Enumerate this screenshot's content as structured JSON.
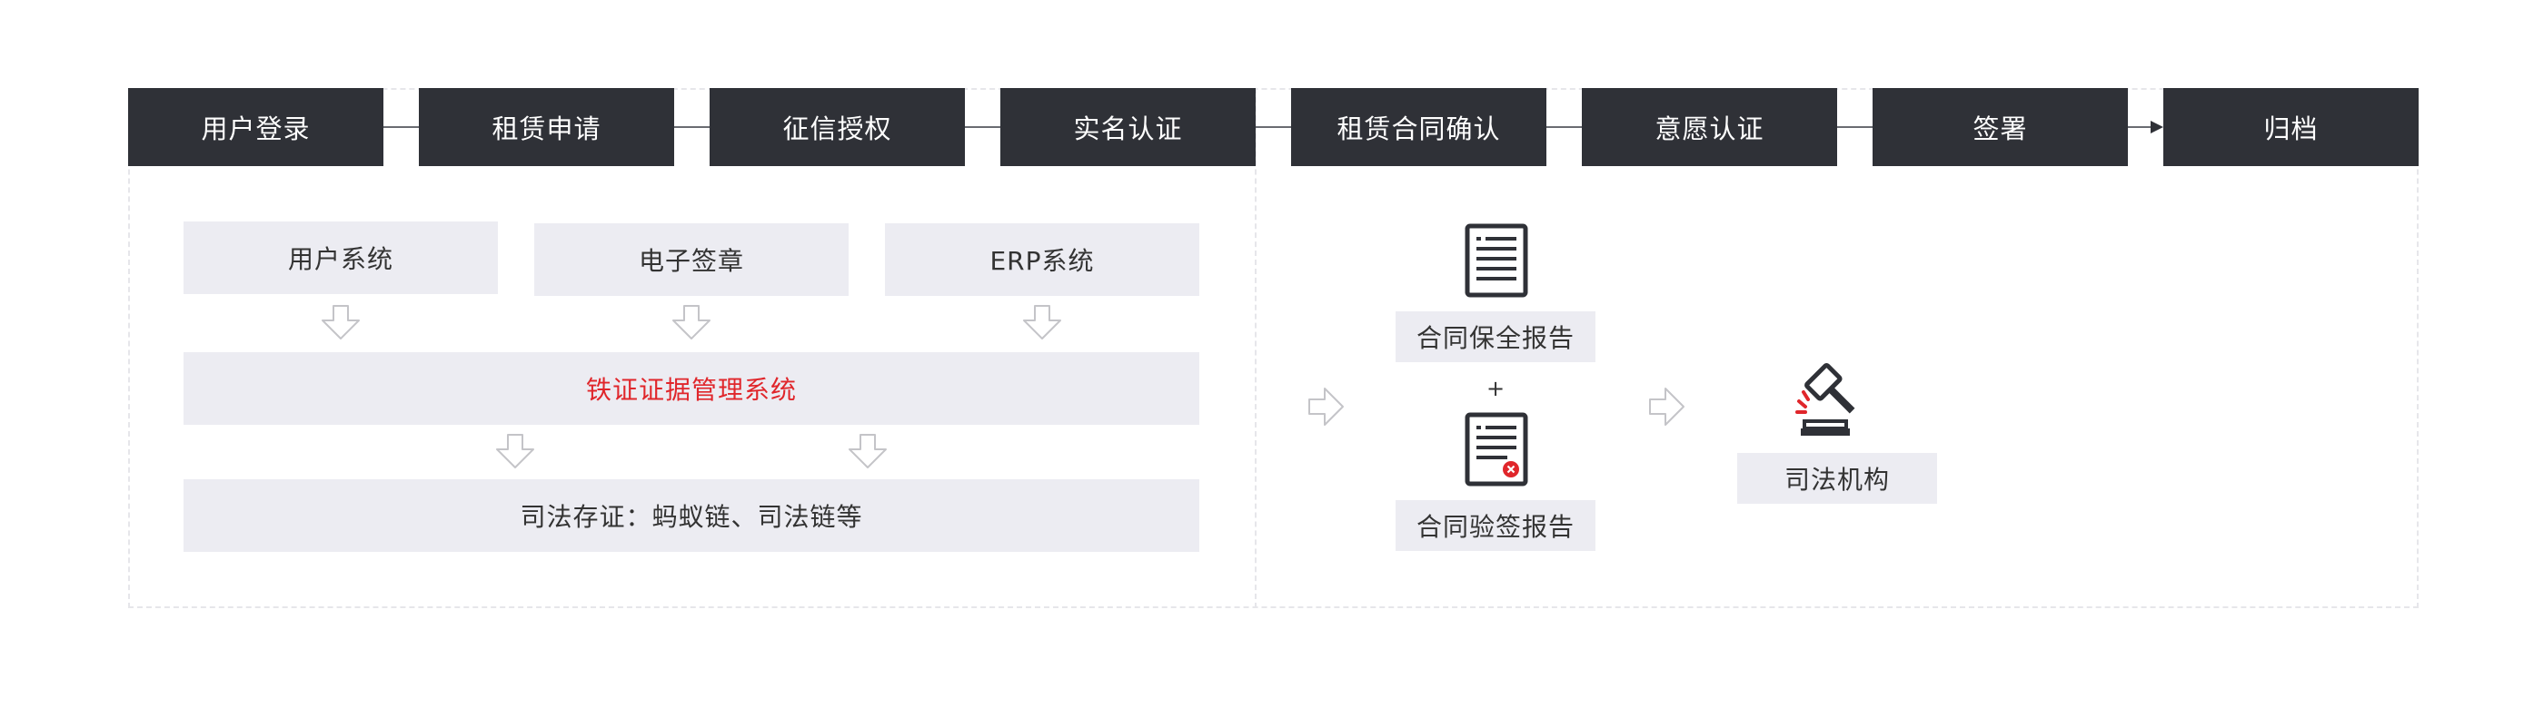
{
  "steps": [
    "用户登录",
    "租赁申请",
    "征信授权",
    "实名认证",
    "租赁合同确认",
    "意愿认证",
    "签署",
    "归档"
  ],
  "left_panel": {
    "sources": [
      "用户系统",
      "电子签章",
      "ERP系统"
    ],
    "core_system": "铁证证据管理系统",
    "judicial_storage": "司法存证：蚂蚁链、司法链等"
  },
  "right_panel": {
    "preservation_report": "合同保全报告",
    "plus": "+",
    "verification_report": "合同验签报告",
    "judicial_institution": "司法机构"
  },
  "icons": {
    "document": "document-icon",
    "document_seal": "document-seal-icon",
    "gavel": "gavel-icon",
    "arrow_down": "arrow-down-icon",
    "arrow_right": "arrow-right-icon"
  },
  "colors": {
    "step_bg": "#2f3137",
    "step_text": "#ffffff",
    "box_bg": "#ececf2",
    "highlight_text": "#e0262b",
    "arrow_outline": "#c4c4c8"
  }
}
